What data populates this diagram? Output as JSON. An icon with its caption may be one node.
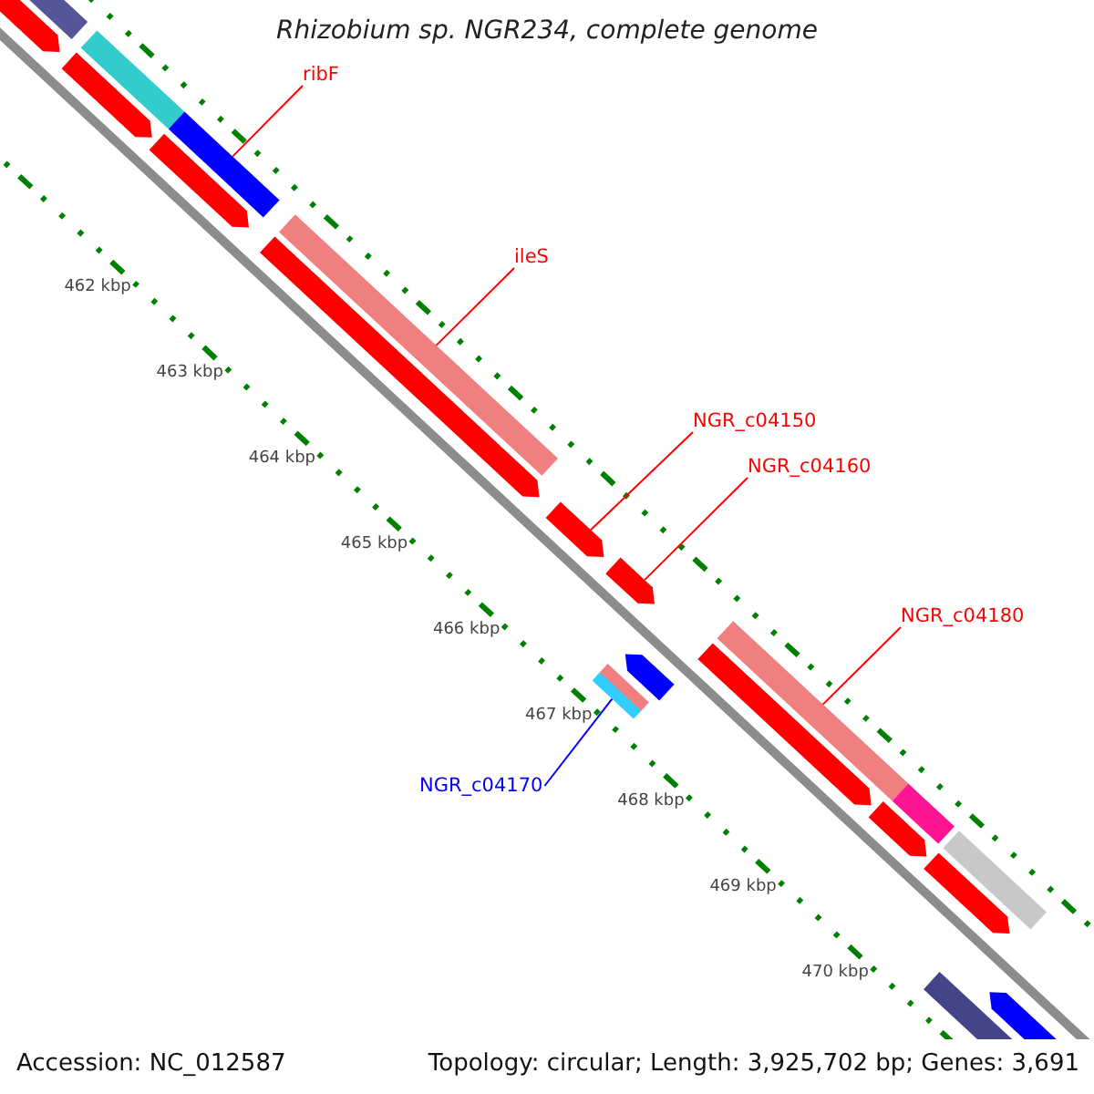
{
  "diagram": {
    "title": "Rhizobium sp. NGR234, complete genome",
    "nodes": [
      {
        "text": [
          "ribF"
        ]
      },
      {
        "text": [
          "ileS"
        ]
      },
      {
        "text": [
          "NGR_c04150"
        ]
      },
      {
        "text": [
          "NGR_c04160"
        ]
      },
      {
        "text": [
          "NGR_c04180"
        ]
      },
      {
        "text": [
          "NGR_c04170"
        ]
      },
      {
        "text": [],
        "shape": "bar"
      },
      {
        "text": [],
        "shape": "bar"
      },
      {
        "text": [],
        "shape": "bar"
      },
      {
        "text": [],
        "shape": "bar"
      },
      {
        "text": [],
        "shape": "bar"
      },
      {
        "text": [],
        "shape": "bar"
      },
      {
        "text": [],
        "shape": "bar"
      },
      {
        "text": [],
        "shape": "bar"
      },
      {
        "text": [],
        "shape": "bar"
      },
      {
        "text": [],
        "shape": "bar"
      },
      {
        "text": [],
        "shape": "bar"
      },
      {
        "text": [],
        "shape": "bar"
      },
      {
        "text": [],
        "shape": "bar"
      },
      {
        "text": [],
        "shape": "bar"
      },
      {
        "text": [],
        "shape": "bar"
      },
      {
        "text": [],
        "shape": "bar"
      },
      {
        "text": [],
        "shape": "bar"
      },
      {
        "text": [],
        "shape": "bar"
      },
      {
        "text": [],
        "shape": "bar"
      },
      {
        "text": [],
        "shape": "bar"
      }
    ],
    "edges": [
      {
        "from": 0,
        "to": 10,
        "arrow": "none"
      },
      {
        "from": 1,
        "to": 12,
        "arrow": "none"
      },
      {
        "from": 2,
        "to": 14,
        "arrow": "none"
      },
      {
        "from": 3,
        "to": 15,
        "arrow": "none"
      },
      {
        "from": 4,
        "to": 18,
        "arrow": "none"
      },
      {
        "from": 5,
        "to": 16,
        "arrow": "none",
        "color": "#0000ff"
      }
    ],
    "labels": [
      "462 kbp",
      "463 kbp",
      "464 kbp",
      "465 kbp",
      "466 kbp",
      "467 kbp",
      "468 kbp",
      "469 kbp",
      "470 kbp",
      "Accession: NC_012587",
      "Topology: circular; Length: 3,925,702 bp; Genes: 3,691"
    ]
  }
}
